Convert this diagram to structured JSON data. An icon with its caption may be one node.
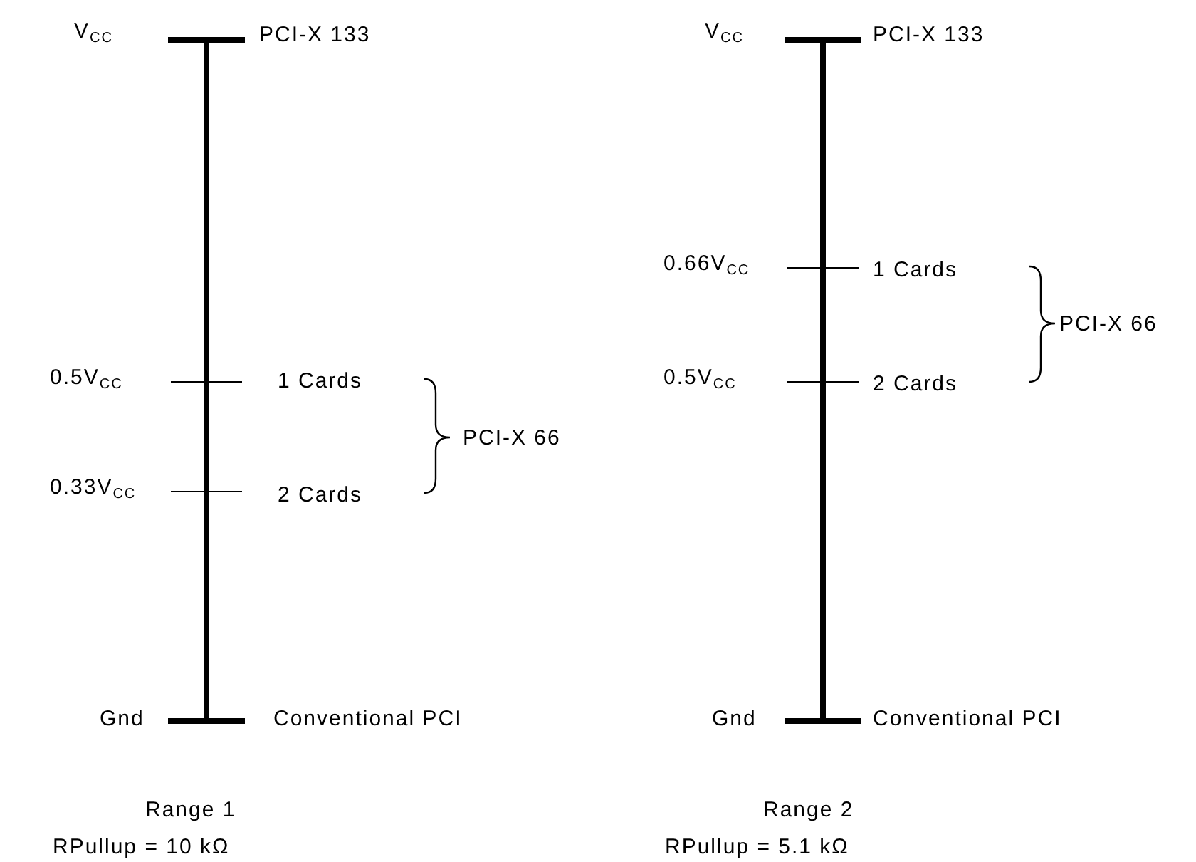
{
  "diagram": {
    "labels": [
      "V$_{CC}$",
      "PCI-X 133",
      "0.5V$_{CC}$",
      "1 Cards",
      "0.33V$_{CC}$",
      "2 Cards",
      "PCI-X 66",
      "Gnd",
      "Conventional PCI",
      "Range 1",
      "RPullup = 10 kΩ",
      "V$_{CC}$",
      "PCI-X 133",
      "0.66V$_{CC}$",
      "1 Cards",
      "0.5V$_{CC}$",
      "2 Cards",
      "PCI-X 66",
      "Gnd",
      "Conventional PCI",
      "Range 2",
      "RPullup = 5.1 kΩ"
    ]
  }
}
